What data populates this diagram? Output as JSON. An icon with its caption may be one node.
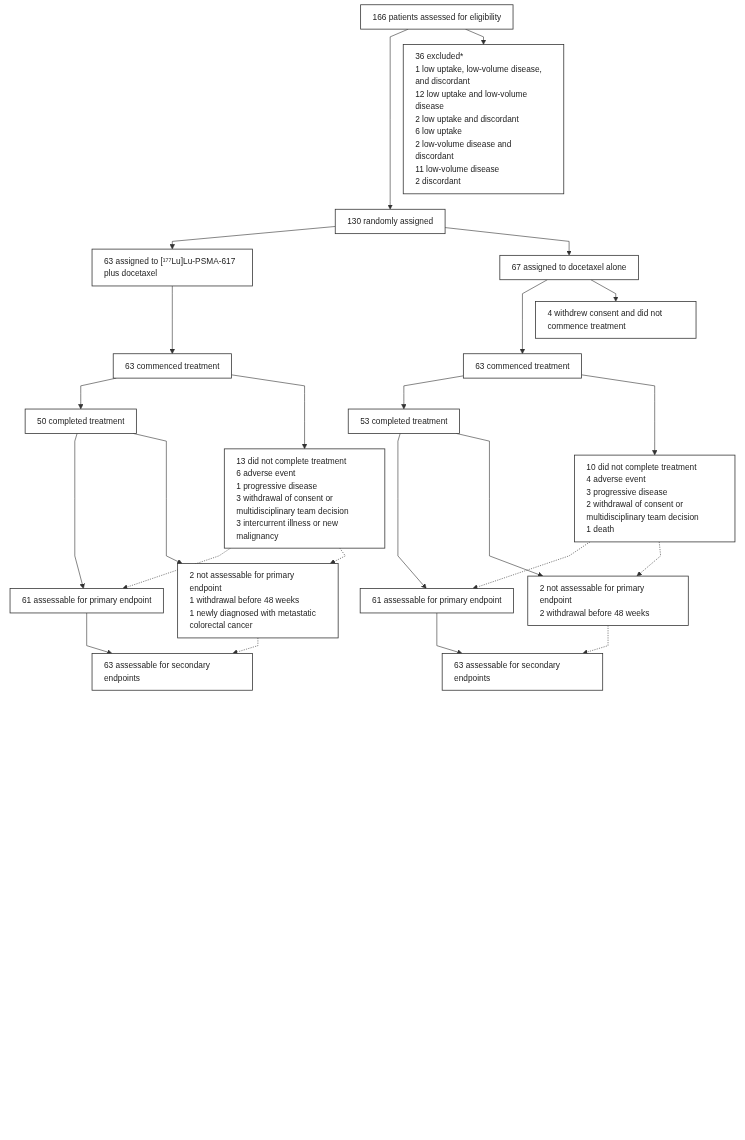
{
  "diagram": {
    "nodes": [
      {
        "text": [
          "166 patients assessed for eligibility"
        ]
      },
      {
        "text": [
          "36 excluded*",
          "1 low uptake, low-volume disease, and discordant",
          "12 low uptake and low-volume disease",
          "2 low uptake and discordant",
          "6 low uptake",
          "2 low-volume disease and discordant",
          "11 low-volume disease",
          "2 discordant"
        ]
      },
      {
        "text": [
          "130 randomly assigned"
        ]
      },
      {
        "text": [
          "63 assigned to [¹⁷⁷Lu]Lu-PSMA-617 plus docetaxel"
        ]
      },
      {
        "text": [
          "67 assigned to docetaxel alone"
        ]
      },
      {
        "text": [
          "4 withdrew consent and did not commence treatment"
        ]
      },
      {
        "text": [
          "63 commenced treatment"
        ]
      },
      {
        "text": [
          "63 commenced treatment"
        ]
      },
      {
        "text": [
          "13 did not complete treatment",
          "6 adverse event",
          "1 progressive disease",
          "3 withdrawal of consent or multidisciplinary team decision",
          "3 intercurrent illness or new malignancy"
        ]
      },
      {
        "text": [
          "10 did not complete treatment",
          "4 adverse event",
          "3 progressive disease",
          "2 withdrawal of consent or multidisciplinary team decision",
          "1 death"
        ]
      },
      {
        "text": [
          "50 completed treatment"
        ]
      },
      {
        "text": [
          "53 completed treatment"
        ]
      },
      {
        "text": [
          "2 not assessable for primary endpoint",
          "1 withdrawal before 48 weeks",
          "1 newly diagnosed with metastatic colorectal cancer"
        ]
      },
      {
        "text": [
          "2 not assessable for primary endpoint",
          "2 withdrawal before 48 weeks"
        ]
      },
      {
        "text": [
          "61 assessable for primary endpoint"
        ]
      },
      {
        "text": [
          "61 assessable for primary endpoint"
        ]
      },
      {
        "text": [
          "63 assessable for secondary endpoints"
        ]
      },
      {
        "text": [
          "63 assessable for secondary endpoints"
        ]
      }
    ],
    "edges": [
      {
        "from": 0,
        "to": 2,
        "arrow": "to"
      },
      {
        "from": 0,
        "to": 1,
        "arrow": "to"
      },
      {
        "from": 2,
        "to": 3,
        "arrow": "to"
      },
      {
        "from": 2,
        "to": 4,
        "arrow": "to"
      },
      {
        "from": 3,
        "to": 6,
        "arrow": "to"
      },
      {
        "from": 4,
        "to": 7,
        "arrow": "to"
      },
      {
        "from": 4,
        "to": 5,
        "arrow": "to"
      },
      {
        "from": 6,
        "to": 10,
        "arrow": "to"
      },
      {
        "from": 6,
        "to": 8,
        "arrow": "to"
      },
      {
        "from": 7,
        "to": 11,
        "arrow": "to"
      },
      {
        "from": 7,
        "to": 9,
        "arrow": "to"
      },
      {
        "from": 8,
        "to": 14,
        "arrow": "to",
        "style": "dashed"
      },
      {
        "from": 8,
        "to": 12,
        "arrow": "to",
        "style": "dashed"
      },
      {
        "from": 9,
        "to": 15,
        "arrow": "to",
        "style": "dashed"
      },
      {
        "from": 9,
        "to": 13,
        "arrow": "to",
        "style": "dashed"
      },
      {
        "from": 10,
        "to": 14,
        "arrow": "to"
      },
      {
        "from": 10,
        "to": 12,
        "arrow": "to"
      },
      {
        "from": 11,
        "to": 15,
        "arrow": "to"
      },
      {
        "from": 11,
        "to": 13,
        "arrow": "to"
      },
      {
        "from": 14,
        "to": 16,
        "arrow": "to"
      },
      {
        "from": 12,
        "to": 16,
        "arrow": "to",
        "style": "dashed"
      },
      {
        "from": 15,
        "to": 17,
        "arrow": "to"
      },
      {
        "from": 13,
        "to": 17,
        "arrow": "to",
        "style": "dashed"
      }
    ]
  }
}
